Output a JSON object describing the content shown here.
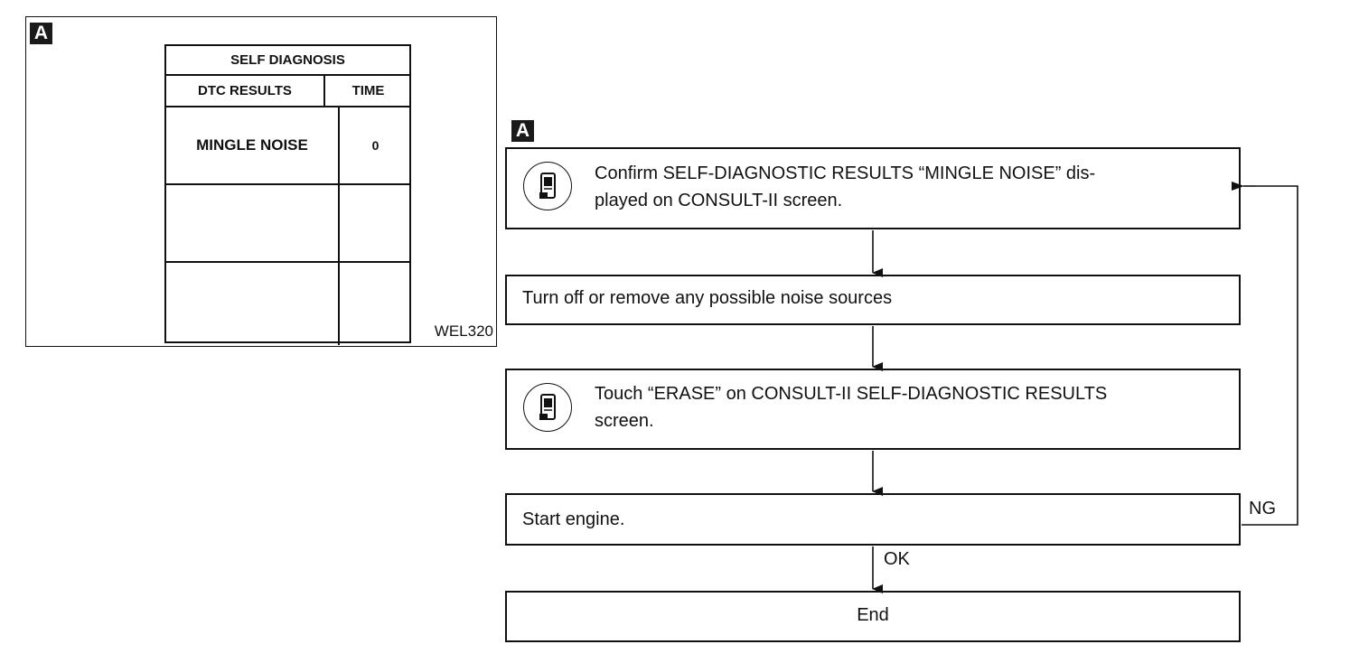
{
  "screen_panel": {
    "badge": "A",
    "table": {
      "title": "SELF DIAGNOSIS",
      "col_headers": [
        "DTC RESULTS",
        "TIME"
      ],
      "rows": [
        {
          "result": "MINGLE NOISE",
          "time": "0"
        },
        {
          "result": "",
          "time": ""
        },
        {
          "result": "",
          "time": ""
        }
      ]
    },
    "figure_code": "WEL320"
  },
  "flowchart": {
    "badge": "A",
    "steps": [
      {
        "icon": "consult-tester-icon",
        "lines": [
          "Confirm SELF-DIAGNOSTIC RESULTS “MINGLE NOISE” dis-",
          "played on CONSULT-II screen."
        ]
      },
      {
        "icon": "",
        "lines": [
          "Turn off or remove any possible noise sources"
        ]
      },
      {
        "icon": "consult-tester-icon",
        "lines": [
          "Touch “ERASE” on CONSULT-II SELF-DIAGNOSTIC RESULTS",
          "screen."
        ]
      },
      {
        "icon": "",
        "lines": [
          "Start engine."
        ]
      },
      {
        "icon": "",
        "lines": [
          "End"
        ]
      }
    ],
    "ng_label": "NG",
    "ok_label": "OK"
  }
}
